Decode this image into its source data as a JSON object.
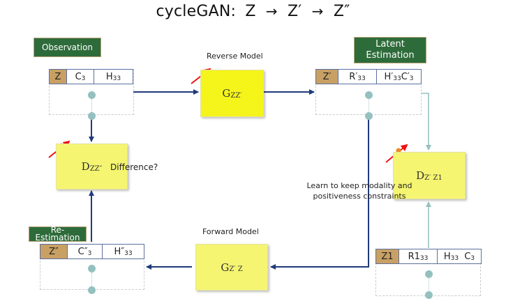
{
  "title": {
    "prefix": "cycleGAN:",
    "z": "Z",
    "arrow1": "→",
    "z_prime": "Z′",
    "arrow2": "→",
    "z_double_prime": "Z″"
  },
  "labels": {
    "observation": "Observation",
    "latent_estimation": "Latent Estimation",
    "re_estimation": "Re-Estimation",
    "reverse_model": "Reverse Model",
    "forward_model": "Forward Model",
    "difference": "Difference?",
    "constraints_note_line1": "Learn to keep modality and",
    "constraints_note_line2": "positiveness constraints"
  },
  "vectors": {
    "observation": {
      "cells": [
        {
          "main": "Z",
          "sub": ""
        },
        {
          "main": "C",
          "sub": "3"
        },
        {
          "main": "H",
          "sub": "33"
        }
      ]
    },
    "latent": {
      "cells": [
        {
          "main": "Z′",
          "sub": ""
        },
        {
          "main": "R′ ",
          "sub": "33"
        },
        {
          "main": "H′ ",
          "sub": "33",
          "main2": " C′ ",
          "sub2": "3"
        }
      ]
    },
    "re_estimation": {
      "cells": [
        {
          "main": "Z″",
          "sub": ""
        },
        {
          "main": "C″ ",
          "sub": "3"
        },
        {
          "main": "H″ ",
          "sub": "33"
        }
      ]
    },
    "z1": {
      "cells": [
        {
          "main": "Z1",
          "sub": ""
        },
        {
          "main": "R1",
          "sub": "33"
        },
        {
          "main": "H",
          "sub": "33",
          "main2": "  C",
          "sub2": "3"
        }
      ]
    }
  },
  "models": {
    "reverse": {
      "main": "G",
      "sub": "ZZ′"
    },
    "forward": {
      "main": "G",
      "sub": "Z′  Z"
    },
    "disc_zz": {
      "main": "D",
      "sub": "ZZ″"
    },
    "disc_z1": {
      "main": "D",
      "sub": "Z′  Z1"
    }
  },
  "colors": {
    "label_bg": "#2e6b3a",
    "z_cell": "#c9a064",
    "model_yellow": "#f4f40e",
    "disc_yellow": "#f5f572",
    "arrow_navy": "#1f3a7a",
    "arrow_teal": "#94c1bf",
    "wand_red": "#ee1111"
  }
}
